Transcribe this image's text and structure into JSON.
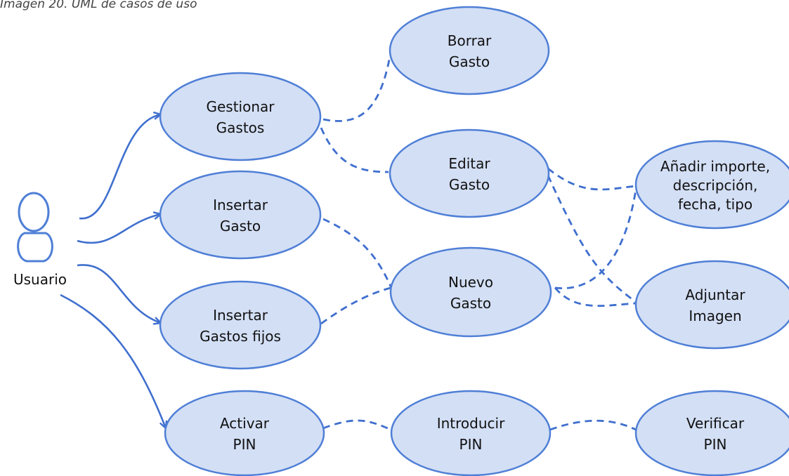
{
  "caption": "Imagen 20. UML de casos de uso",
  "actor": {
    "label": "Usuario"
  },
  "use_cases": {
    "gestionar": [
      "Gestionar",
      "Gastos"
    ],
    "insertar": [
      "Insertar",
      "Gasto"
    ],
    "insertar_fijos": [
      "Insertar",
      "Gastos fijos"
    ],
    "activar_pin": [
      "Activar",
      "PIN"
    ],
    "borrar": [
      "Borrar",
      "Gasto"
    ],
    "editar": [
      "Editar",
      "Gasto"
    ],
    "nuevo": [
      "Nuevo",
      "Gasto"
    ],
    "introducir_pin": [
      "Introducir",
      "PIN"
    ],
    "anadir": [
      "Añadir importe,",
      "descripción,",
      "fecha, tipo"
    ],
    "adjuntar": [
      "Adjuntar",
      "Imagen"
    ],
    "verificar_pin": [
      "Verificar",
      "PIN"
    ]
  },
  "colors": {
    "fill": "#d3dff5",
    "stroke": "#4f7fd6",
    "line": "#3f6fce"
  }
}
